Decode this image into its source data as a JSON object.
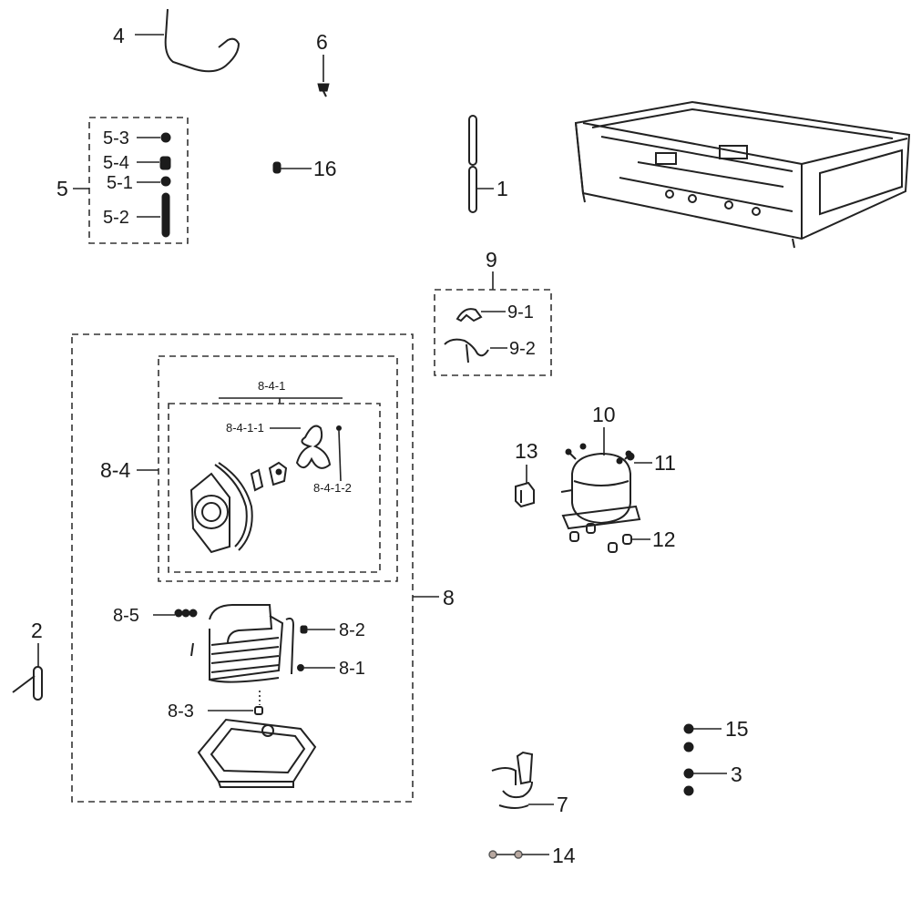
{
  "labels": {
    "p1": "1",
    "p2": "2",
    "p3": "3",
    "p4": "4",
    "p5": "5",
    "p5_1": "5-1",
    "p5_2": "5-2",
    "p5_3": "5-3",
    "p5_4": "5-4",
    "p6": "6",
    "p7": "7",
    "p8": "8",
    "p8_1": "8-1",
    "p8_2": "8-2",
    "p8_3": "8-3",
    "p8_4": "8-4",
    "p8_4_1": "8-4-1",
    "p8_4_1_1": "8-4-1-1",
    "p8_4_1_2": "8-4-1-2",
    "p8_5": "8-5",
    "p9": "9",
    "p9_1": "9-1",
    "p9_2": "9-2",
    "p10": "10",
    "p11": "11",
    "p12": "12",
    "p13": "13",
    "p14": "14",
    "p15": "15",
    "p16": "16"
  },
  "colors": {
    "line": "#222222",
    "fill_dark": "#1c1c1c",
    "background": "#ffffff"
  }
}
